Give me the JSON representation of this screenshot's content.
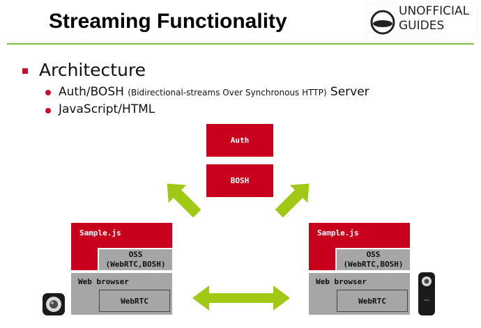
{
  "header": {
    "title": "Streaming Functionality",
    "logo_line1": "UNOFFICIAL",
    "logo_line2": "GUIDES"
  },
  "content": {
    "heading": "Architecture",
    "bullets": [
      {
        "main": "Auth/BOSH",
        "detail": "(Bidirectional-streams Over Synchronous HTTP)",
        "tail": "Server"
      },
      {
        "main": "JavaScript/HTML"
      }
    ]
  },
  "diagram": {
    "server": {
      "auth_label": "Auth",
      "bosh_label": "BOSH"
    },
    "left_client": {
      "app_label": "Sample.js",
      "oss_line1": "OSS",
      "oss_line2": "(WebRTC,BOSH)",
      "browser_label": "Web browser",
      "webrtc_label": "WebRTC"
    },
    "right_client": {
      "app_label": "Sample.js",
      "oss_line1": "OSS",
      "oss_line2": "(WebRTC,BOSH)",
      "browser_label": "Web browser",
      "webrtc_label": "WebRTC"
    }
  },
  "colors": {
    "accent_red": "#c8001e",
    "arrow_green": "#a0c814",
    "box_gray": "#a6a6a6",
    "rule_green": "#7ac143"
  },
  "icons": [
    "camera-icon",
    "webcam-icon",
    "logo-icon"
  ]
}
